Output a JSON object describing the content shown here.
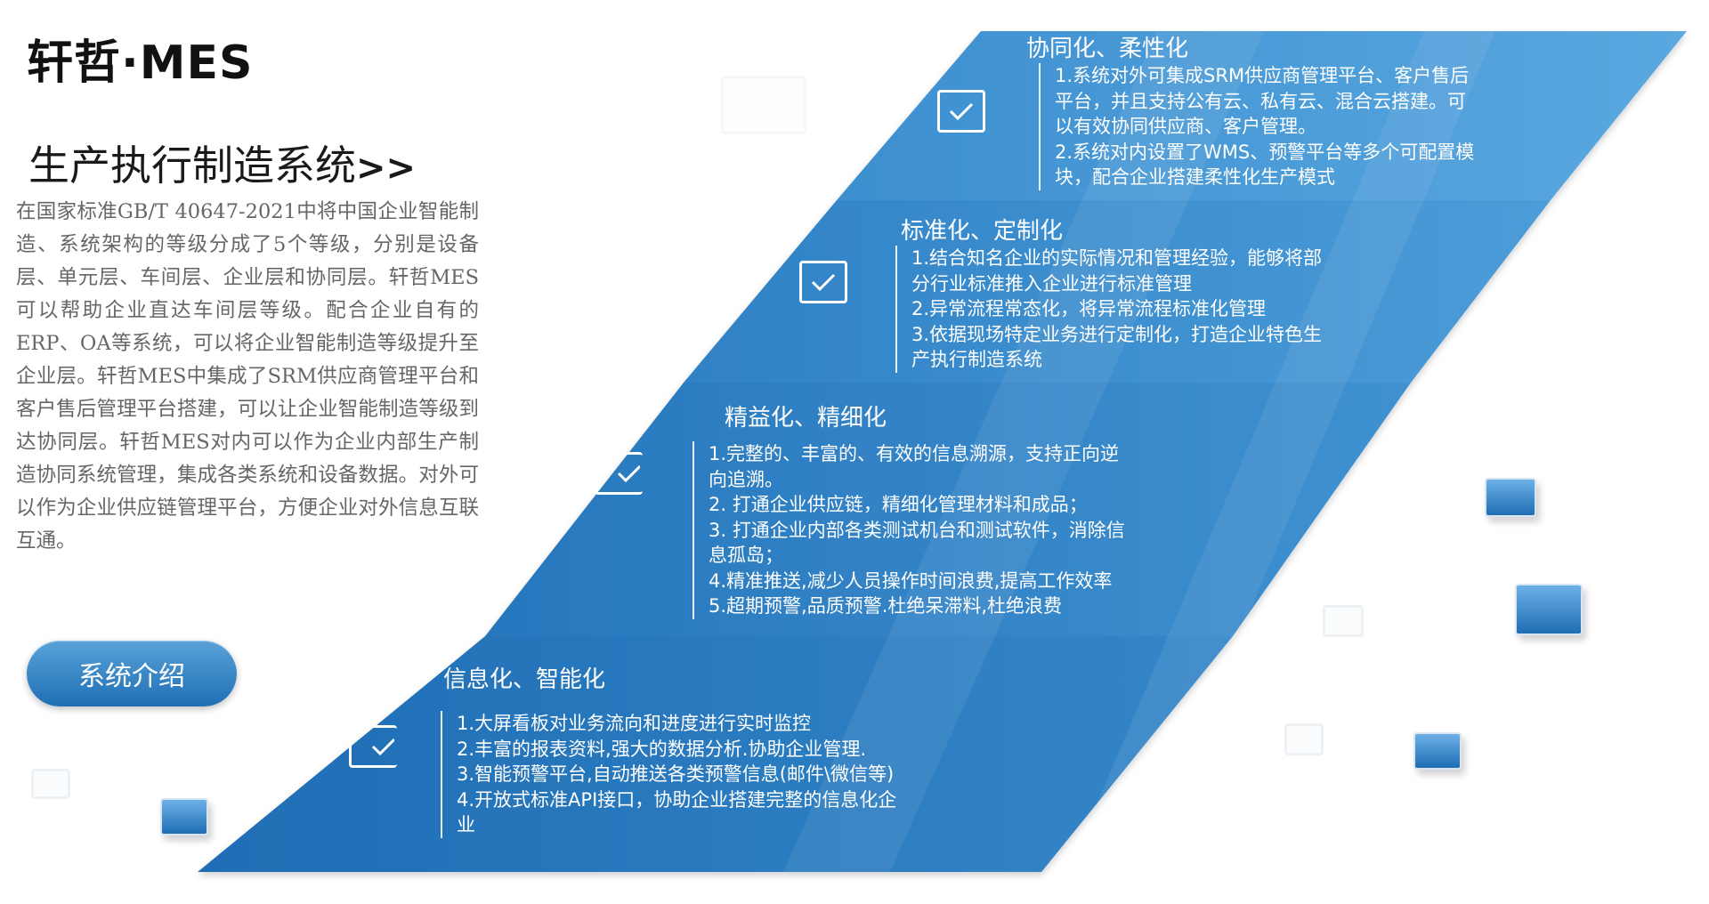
{
  "brand": "轩哲·MES",
  "page_title": "生产执行制造系统",
  "page_title_suffix": ">>",
  "intro_text": "在国家标准GB/T 40647-2021中将中国企业智能制造、系统架构的等级分成了5个等级，分别是设备层、单元层、车间层、企业层和协同层。轩哲MES可以帮助企业直达车间层等级。配合企业自有的ERP、OA等系统，可以将企业智能制造等级提升至企业层。轩哲MES中集成了SRM供应商管理平台和客户售后管理平台搭建，可以让企业智能制造等级到达协同层。轩哲MES对内可以作为企业内部生产制造协同系统管理，集成各类系统和设备数据。对外可以作为企业供应链管理平台，方便企业对外信息互联互通。",
  "intro_button": "系统介绍",
  "tiers": [
    {
      "title": "协同化、柔性化",
      "lines": [
        "1.系统对外可集成SRM供应商管理平台、客户售后",
        "平台，并且支持公有云、私有云、混合云搭建。可",
        "以有效协同供应商、客户管理。",
        "2.系统对内设置了WMS、预警平台等多个可配置模",
        "块，配合企业搭建柔性化生产模式"
      ]
    },
    {
      "title": "标准化、定制化",
      "lines": [
        "1.结合知名企业的实际情况和管理经验，能够将部",
        "分行业标准推入企业进行标准管理",
        "2.异常流程常态化，将异常流程标准化管理",
        "3.依据现场特定业务进行定制化，打造企业特色生",
        "产执行制造系统"
      ]
    },
    {
      "title": "精益化、精细化",
      "lines": [
        "1.完整的、丰富的、有效的信息溯源，支持正向逆",
        "向追溯。",
        "2. 打通企业供应链，精细化管理材料和成品；",
        "3. 打通企业内部各类测试机台和测试软件，消除信",
        "息孤岛；",
        "4.精准推送,减少人员操作时间浪费,提高工作效率",
        "5.超期预警,品质预警.杜绝呆滞料,杜绝浪费"
      ]
    },
    {
      "title": "信息化、智能化",
      "lines": [
        "1.大屏看板对业务流向和进度进行实时监控",
        "2.丰富的报表资料,强大的数据分析.协助企业管理.",
        "3.智能预警平台,自动推送各类预警信息(邮件\\微信等)",
        "4.开放式标准API接口，协助企业搭建完整的信息化企",
        "业"
      ]
    }
  ],
  "colors": {
    "band_top": "#4b9ad6",
    "band_bottom": "#1c6cb4",
    "text_dark": "#1a1a1a",
    "text_gray": "#666666"
  }
}
